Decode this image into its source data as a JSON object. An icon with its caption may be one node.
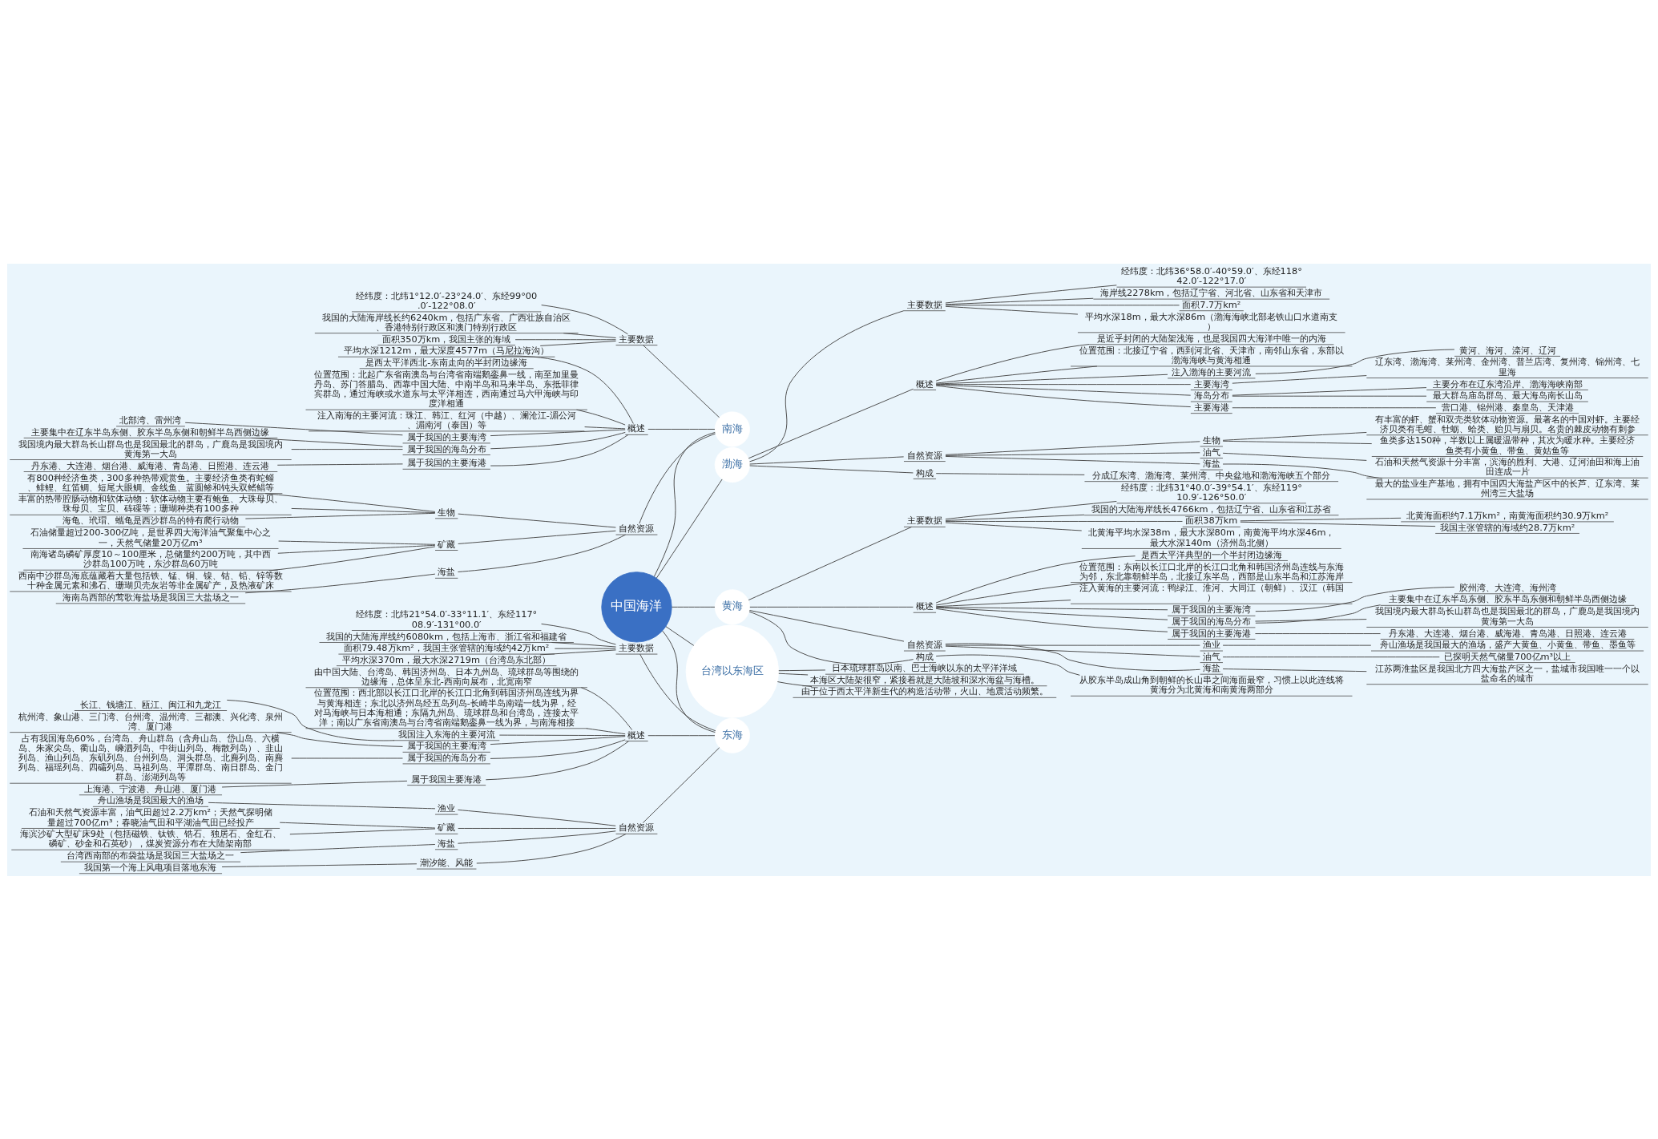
{
  "diagram": {
    "nodes": [
      {
        "text": [
          "中国海洋"
        ]
      },
      {
        "text": [
          "南海"
        ]
      },
      {
        "text": [
          "主要数据"
        ]
      },
      {
        "text": [
          "经纬度：北纬1°12.0′-23°24.0′、东经99°00.0′-122°08.0′"
        ]
      },
      {
        "text": [
          "我国的大陆海岸线长约6240km，包括广东省、广西壮族自治区、香港特别行政区和澳门特别行政区"
        ]
      },
      {
        "text": [
          "面积350万km，我国主张的海域"
        ]
      },
      {
        "text": [
          "平均水深1212m，最大深度4577m（马尼拉海沟）"
        ]
      },
      {
        "text": [
          "概述"
        ]
      },
      {
        "text": [
          "是西太平洋西北-东南走向的半封闭边缘海"
        ]
      },
      {
        "text": [
          "位置范围：北起广东省南澳岛与台湾省南端鹅銮鼻一线，南至加里曼丹岛、苏门答腊岛、西靠中国大陆、中南半岛和马来半岛、东抵菲律宾群岛，通过海峡或水道东与太平洋相连，西南通过马六甲海峡与印度洋相通"
        ]
      },
      {
        "text": [
          "注入南海的主要河流：珠江、韩江、红河（中越）、澜沧江-湄公河、湄南河（泰国）等"
        ]
      },
      {
        "text": [
          "属于我国的主要海湾"
        ]
      },
      {
        "text": [
          "北部湾、雷州湾"
        ]
      },
      {
        "text": [
          "属于我国的海岛分布"
        ]
      },
      {
        "text": [
          "主要集中在辽东半岛东侧、胶东半岛东侧和朝鲜半岛西侧边缘"
        ]
      },
      {
        "text": [
          "我国境内最大群岛长山群岛也是我国最北的群岛，广鹿岛是我国境内黄海第一大岛"
        ]
      },
      {
        "text": [
          "属于我国的主要海港"
        ]
      },
      {
        "text": [
          "丹东港、大连港、烟台港、威海港、青岛港、日照港、连云港"
        ]
      },
      {
        "text": [
          "自然资源"
        ]
      },
      {
        "text": [
          "生物"
        ]
      },
      {
        "text": [
          "有800种经济鱼类，300多种热带观赏鱼。主要经济鱼类有蛇鲻、鲱鲤、红笛鲷、短尾大眼鲷、金线鱼、蓝圆鲹和钝头双鳍鲳等"
        ]
      },
      {
        "text": [
          "丰富的热带腔肠动物和软体动物：软体动物主要有鲍鱼、大珠母贝、珠母贝、宝贝、砗磲等；珊瑚种类有100多种"
        ]
      },
      {
        "text": [
          "海龟、玳瑁、蠵龟是西沙群岛的特有爬行动物"
        ]
      },
      {
        "text": [
          "矿藏"
        ]
      },
      {
        "text": [
          "石油储量超过200-300亿吨，是世界四大海洋油气聚集中心之一，天然气储量20万亿m³"
        ]
      },
      {
        "text": [
          "南海诸岛磷矿厚度10～100厘米，总储量约200万吨，其中西沙群岛100万吨，东沙群岛60万吨"
        ]
      },
      {
        "text": [
          "西南中沙群岛海底蕴藏着大量包括铁、锰、铜、镍、钴、铅、锌等数十种金属元素和沸石、珊瑚贝壳灰岩等非金属矿产，及热液矿床"
        ]
      },
      {
        "text": [
          "海盐"
        ]
      },
      {
        "text": [
          "海南岛西部的莺歌海盐场是我国三大盐场之一"
        ]
      },
      {
        "text": [
          "东海"
        ]
      },
      {
        "text": [
          "主要数据"
        ]
      },
      {
        "text": [
          "经纬度：北纬21°54.0′-33°11.1′、东经117°08.9′-131°00.0′"
        ]
      },
      {
        "text": [
          "我国的大陆海岸线约6080km，包括上海市、浙江省和福建省"
        ]
      },
      {
        "text": [
          "面积79.48万km²，我国主张管辖的海域约42万km²"
        ]
      },
      {
        "text": [
          "平均水深370m，最大水深2719m（台湾岛东北部）"
        ]
      },
      {
        "text": [
          "概述"
        ]
      },
      {
        "text": [
          "由中国大陆、台湾岛、韩国济州岛、日本九州岛、琉球群岛等围绕的边缘海，总体呈东北-西南向展布，北宽南窄"
        ]
      },
      {
        "text": [
          "位置范围：西北部以长江口北岸的长江口北角到韩国济州岛连线为界与黄海相连；东北以济州岛经五岛列岛-长崎半岛南端一线为界，经对马海峡与日本海相通；东隔九州岛、琉球群岛和台湾岛，连接太平洋；南以广东省南澳岛与台湾省南端鹅銮鼻一线为界，与南海相接"
        ]
      },
      {
        "text": [
          "我国注入东海的主要河流"
        ]
      },
      {
        "text": [
          "长江、钱塘江、瓯江、闽江和九龙江"
        ]
      },
      {
        "text": [
          "属于我国的主要海湾"
        ]
      },
      {
        "text": [
          "杭州湾、象山港、三门湾、台州湾、温州湾、三都澳、兴化湾、泉州湾、厦门港"
        ]
      },
      {
        "text": [
          "属于我国的海岛分布"
        ]
      },
      {
        "text": [
          "占有我国海岛60%，台湾岛、舟山群岛（含舟山岛、岱山岛、六横岛、朱家尖岛、衢山岛、嵊泗列岛、中街山列岛、梅散列岛）、韭山列岛、渔山列岛、东矶列岛、台州列岛、洞头群岛、北麂列岛、南麂列岛、福瑶列岛、四礵列岛、马祖列岛、平潭群岛、南日群岛、金门群岛、澎湖列岛等"
        ]
      },
      {
        "text": [
          "属于我国主要海港"
        ]
      },
      {
        "text": [
          "上海港、宁波港、舟山港、厦门港"
        ]
      },
      {
        "text": [
          "自然资源"
        ]
      },
      {
        "text": [
          "渔业"
        ]
      },
      {
        "text": [
          "舟山渔场是我国最大的渔场"
        ]
      },
      {
        "text": [
          "矿藏"
        ]
      },
      {
        "text": [
          "石油和天然气资源丰富，油气田超过2.2万km²；天然气探明储量超过700亿m³；春晓油气田和平湖油气田已经投产"
        ]
      },
      {
        "text": [
          "海滨沙矿大型矿床9处（包括磁铁、钛铁、锆石、独居石、金红石、磷矿、砂金和石英砂），煤炭资源分布在大陆架南部"
        ]
      },
      {
        "text": [
          "海盐"
        ]
      },
      {
        "text": [
          "台湾西南部的布袋盐场是我国三大盐场之一"
        ]
      },
      {
        "text": [
          "潮汐能、风能"
        ]
      },
      {
        "text": [
          "我国第一个海上风电项目落地东海"
        ]
      },
      {
        "text": [
          "渤海"
        ]
      },
      {
        "text": [
          "主要数据"
        ]
      },
      {
        "text": [
          "经纬度：北纬36°58.0′-40°59.0′、东经118°42.0′-122°17.0′"
        ]
      },
      {
        "text": [
          "海岸线2278km，包括辽宁省、河北省、山东省和天津市"
        ]
      },
      {
        "text": [
          "面积7.7万km²"
        ]
      },
      {
        "text": [
          "平均水深18m，最大水深86m（渤海海峡北部老铁山口水道南支）"
        ]
      },
      {
        "text": [
          "概述"
        ]
      },
      {
        "text": [
          "是近乎封闭的大陆架浅海，也是我国四大海洋中唯一的内海"
        ]
      },
      {
        "text": [
          "位置范围：北接辽宁省，西到河北省、天津市，南邻山东省，东部以渤海海峡与黄海相通"
        ]
      },
      {
        "text": [
          "注入渤海的主要河流"
        ]
      },
      {
        "text": [
          "黄河、海河、滦河、辽河"
        ]
      },
      {
        "text": [
          "主要海湾"
        ]
      },
      {
        "text": [
          "辽东湾、渤海湾、莱州湾、金州湾、普兰店湾、复州湾、锦州湾、七里海"
        ]
      },
      {
        "text": [
          "海岛分布"
        ]
      },
      {
        "text": [
          "主要分布在辽东湾沿岸、渤海海峡南部"
        ]
      },
      {
        "text": [
          "最大群岛庙岛群岛、最大海岛南长山岛"
        ]
      },
      {
        "text": [
          "主要海港"
        ]
      },
      {
        "text": [
          "营口港、锦州港、秦皇岛、天津港"
        ]
      },
      {
        "text": [
          "自然资源"
        ]
      },
      {
        "text": [
          "生物"
        ]
      },
      {
        "text": [
          "有丰富的虾、蟹和双壳类软体动物资源。最著名的中国对虾。主要经济贝类有毛蚶、牡蛎、蛤类、贻贝与扇贝。名贵的棘皮动物有刺参"
        ]
      },
      {
        "text": [
          "鱼类多达150种，半数以上属暖温带种，其次为暖水种。主要经济鱼类有小黄鱼、带鱼、黄姑鱼等"
        ]
      },
      {
        "text": [
          "油气"
        ]
      },
      {
        "text": [
          "石油和天然气资源十分丰富，滨海的胜利、大港、辽河油田和海上油田连成一片"
        ]
      },
      {
        "text": [
          "海盐"
        ]
      },
      {
        "text": [
          "最大的盐业生产基地，拥有中国四大海盐产区中的长芦、辽东湾、莱州湾三大盐场"
        ]
      },
      {
        "text": [
          "构成"
        ]
      },
      {
        "text": [
          "分成辽东湾、渤海湾、莱州湾、中央盆地和渤海海峡五个部分"
        ]
      },
      {
        "text": [
          "黄海"
        ]
      },
      {
        "text": [
          "主要数据"
        ]
      },
      {
        "text": [
          "经纬度：北纬31°40.0′-39°54.1′、东经119°10.9′-126°50.0′"
        ]
      },
      {
        "text": [
          "我国的大陆海岸线长4766km，包括辽宁省、山东省和江苏省"
        ]
      },
      {
        "text": [
          "面积38万km"
        ]
      },
      {
        "text": [
          "北黄海面积约7.1万km²，南黄海面积约30.9万km²"
        ]
      },
      {
        "text": [
          "我国主张管辖的海域约28.7万km²"
        ]
      },
      {
        "text": [
          "北黄海平均水深38m，最大水深80m，南黄海平均水深46m，最大水深140m（济州岛北侧）"
        ]
      },
      {
        "text": [
          "概述"
        ]
      },
      {
        "text": [
          "是西太平洋典型的一个半封闭边缘海"
        ]
      },
      {
        "text": [
          "位置范围：东南以长江口北岸的长江口北角和韩国济州岛连线与东海为邻，东北靠朝鲜半岛，北接辽东半岛，西部是山东半岛和江苏海岸"
        ]
      },
      {
        "text": [
          "注入黄海的主要河流：鸭绿江、淮河、大同江（朝鲜）、汉江（韩国）"
        ]
      },
      {
        "text": [
          "属于我国的主要海湾"
        ]
      },
      {
        "text": [
          "胶州湾、大连湾、海州湾"
        ]
      },
      {
        "text": [
          "属于我国的海岛分布"
        ]
      },
      {
        "text": [
          "主要集中在辽东半岛东侧、胶东半岛东侧和朝鲜半岛西侧边缘"
        ]
      },
      {
        "text": [
          "我国境内最大群岛长山群岛也是我国最北的群岛，广鹿岛是我国境内黄海第一大岛"
        ]
      },
      {
        "text": [
          "属于我国的主要海港"
        ]
      },
      {
        "text": [
          "丹东港、大连港、烟台港、威海港、青岛港、日照港、连云港"
        ]
      },
      {
        "text": [
          "自然资源"
        ]
      },
      {
        "text": [
          "渔业"
        ]
      },
      {
        "text": [
          "舟山渔场是我国最大的渔场，盛产大黄鱼、小黄鱼、带鱼、墨鱼等"
        ]
      },
      {
        "text": [
          "油气"
        ]
      },
      {
        "text": [
          "已探明天然气储量700亿m³以上"
        ]
      },
      {
        "text": [
          "海盐"
        ]
      },
      {
        "text": [
          "江苏两淮盐区是我国北方四大海盐产区之一，盐城市我国唯一一个以盐命名的城市"
        ]
      },
      {
        "text": [
          "构成"
        ]
      },
      {
        "text": [
          "从胶东半岛成山角到朝鲜的长山串之间海面最窄，习惯上以此连线将黄海分为北黄海和南黄海两部分"
        ]
      },
      {
        "text": [
          "台湾以东海区"
        ]
      },
      {
        "text": [
          "日本琉球群岛以南、巴士海峡以东的太平洋洋域"
        ]
      },
      {
        "text": [
          "本海区大陆架很窄，紧接着就是大陆坡和深水海盆与海槽。"
        ]
      },
      {
        "text": [
          "由于位于西太平洋新生代的构造活动带，火山、地震活动频繁。"
        ]
      }
    ],
    "edges": [
      {
        "from": 0,
        "to": 1,
        "arrow": "none"
      },
      {
        "from": 0,
        "to": 29,
        "arrow": "none"
      },
      {
        "from": 0,
        "to": 56,
        "arrow": "none"
      },
      {
        "from": 0,
        "to": 84,
        "arrow": "none"
      },
      {
        "from": 0,
        "to": 112,
        "arrow": "none"
      },
      {
        "from": 1,
        "to": 2,
        "arrow": "none"
      },
      {
        "from": 2,
        "to": 3,
        "arrow": "none"
      },
      {
        "from": 2,
        "to": 4,
        "arrow": "none"
      },
      {
        "from": 2,
        "to": 5,
        "arrow": "none"
      },
      {
        "from": 2,
        "to": 6,
        "arrow": "none"
      },
      {
        "from": 1,
        "to": 7,
        "arrow": "none"
      },
      {
        "from": 7,
        "to": 8,
        "arrow": "none"
      },
      {
        "from": 7,
        "to": 9,
        "arrow": "none"
      },
      {
        "from": 7,
        "to": 10,
        "arrow": "none"
      },
      {
        "from": 7,
        "to": 11,
        "arrow": "none"
      },
      {
        "from": 11,
        "to": 12,
        "arrow": "none"
      },
      {
        "from": 7,
        "to": 13,
        "arrow": "none"
      },
      {
        "from": 13,
        "to": 14,
        "arrow": "none"
      },
      {
        "from": 13,
        "to": 15,
        "arrow": "none"
      },
      {
        "from": 7,
        "to": 16,
        "arrow": "none"
      },
      {
        "from": 16,
        "to": 17,
        "arrow": "none"
      },
      {
        "from": 1,
        "to": 18,
        "arrow": "none"
      },
      {
        "from": 18,
        "to": 19,
        "arrow": "none"
      },
      {
        "from": 19,
        "to": 20,
        "arrow": "none"
      },
      {
        "from": 19,
        "to": 21,
        "arrow": "none"
      },
      {
        "from": 19,
        "to": 22,
        "arrow": "none"
      },
      {
        "from": 18,
        "to": 23,
        "arrow": "none"
      },
      {
        "from": 23,
        "to": 24,
        "arrow": "none"
      },
      {
        "from": 23,
        "to": 25,
        "arrow": "none"
      },
      {
        "from": 23,
        "to": 26,
        "arrow": "none"
      },
      {
        "from": 18,
        "to": 27,
        "arrow": "none"
      },
      {
        "from": 27,
        "to": 28,
        "arrow": "none"
      },
      {
        "from": 29,
        "to": 30,
        "arrow": "none"
      },
      {
        "from": 30,
        "to": 31,
        "arrow": "none"
      },
      {
        "from": 30,
        "to": 32,
        "arrow": "none"
      },
      {
        "from": 30,
        "to": 33,
        "arrow": "none"
      },
      {
        "from": 30,
        "to": 34,
        "arrow": "none"
      },
      {
        "from": 29,
        "to": 35,
        "arrow": "none"
      },
      {
        "from": 35,
        "to": 36,
        "arrow": "none"
      },
      {
        "from": 35,
        "to": 37,
        "arrow": "none"
      },
      {
        "from": 35,
        "to": 38,
        "arrow": "none"
      },
      {
        "from": 38,
        "to": 39,
        "arrow": "none"
      },
      {
        "from": 35,
        "to": 40,
        "arrow": "none"
      },
      {
        "from": 40,
        "to": 41,
        "arrow": "none"
      },
      {
        "from": 35,
        "to": 42,
        "arrow": "none"
      },
      {
        "from": 42,
        "to": 43,
        "arrow": "none"
      },
      {
        "from": 35,
        "to": 44,
        "arrow": "none"
      },
      {
        "from": 44,
        "to": 45,
        "arrow": "none"
      },
      {
        "from": 29,
        "to": 46,
        "arrow": "none"
      },
      {
        "from": 46,
        "to": 47,
        "arrow": "none"
      },
      {
        "from": 47,
        "to": 48,
        "arrow": "none"
      },
      {
        "from": 46,
        "to": 49,
        "arrow": "none"
      },
      {
        "from": 49,
        "to": 50,
        "arrow": "none"
      },
      {
        "from": 49,
        "to": 51,
        "arrow": "none"
      },
      {
        "from": 46,
        "to": 52,
        "arrow": "none"
      },
      {
        "from": 52,
        "to": 53,
        "arrow": "none"
      },
      {
        "from": 46,
        "to": 54,
        "arrow": "none"
      },
      {
        "from": 54,
        "to": 55,
        "arrow": "none"
      },
      {
        "from": 56,
        "to": 57,
        "arrow": "none"
      },
      {
        "from": 57,
        "to": 58,
        "arrow": "none"
      },
      {
        "from": 57,
        "to": 59,
        "arrow": "none"
      },
      {
        "from": 57,
        "to": 60,
        "arrow": "none"
      },
      {
        "from": 57,
        "to": 61,
        "arrow": "none"
      },
      {
        "from": 56,
        "to": 62,
        "arrow": "none"
      },
      {
        "from": 62,
        "to": 63,
        "arrow": "none"
      },
      {
        "from": 62,
        "to": 64,
        "arrow": "none"
      },
      {
        "from": 62,
        "to": 65,
        "arrow": "none"
      },
      {
        "from": 65,
        "to": 66,
        "arrow": "none"
      },
      {
        "from": 62,
        "to": 67,
        "arrow": "none"
      },
      {
        "from": 67,
        "to": 68,
        "arrow": "none"
      },
      {
        "from": 62,
        "to": 69,
        "arrow": "none"
      },
      {
        "from": 69,
        "to": 70,
        "arrow": "none"
      },
      {
        "from": 69,
        "to": 71,
        "arrow": "none"
      },
      {
        "from": 62,
        "to": 72,
        "arrow": "none"
      },
      {
        "from": 72,
        "to": 73,
        "arrow": "none"
      },
      {
        "from": 56,
        "to": 74,
        "arrow": "none"
      },
      {
        "from": 74,
        "to": 75,
        "arrow": "none"
      },
      {
        "from": 75,
        "to": 76,
        "arrow": "none"
      },
      {
        "from": 75,
        "to": 77,
        "arrow": "none"
      },
      {
        "from": 74,
        "to": 78,
        "arrow": "none"
      },
      {
        "from": 78,
        "to": 79,
        "arrow": "none"
      },
      {
        "from": 74,
        "to": 80,
        "arrow": "none"
      },
      {
        "from": 80,
        "to": 81,
        "arrow": "none"
      },
      {
        "from": 56,
        "to": 82,
        "arrow": "none"
      },
      {
        "from": 82,
        "to": 83,
        "arrow": "none"
      },
      {
        "from": 84,
        "to": 85,
        "arrow": "none"
      },
      {
        "from": 85,
        "to": 86,
        "arrow": "none"
      },
      {
        "from": 85,
        "to": 87,
        "arrow": "none"
      },
      {
        "from": 85,
        "to": 88,
        "arrow": "none"
      },
      {
        "from": 88,
        "to": 89,
        "arrow": "none"
      },
      {
        "from": 88,
        "to": 90,
        "arrow": "none"
      },
      {
        "from": 85,
        "to": 91,
        "arrow": "none"
      },
      {
        "from": 84,
        "to": 92,
        "arrow": "none"
      },
      {
        "from": 92,
        "to": 93,
        "arrow": "none"
      },
      {
        "from": 92,
        "to": 94,
        "arrow": "none"
      },
      {
        "from": 92,
        "to": 95,
        "arrow": "none"
      },
      {
        "from": 92,
        "to": 96,
        "arrow": "none"
      },
      {
        "from": 96,
        "to": 97,
        "arrow": "none"
      },
      {
        "from": 92,
        "to": 98,
        "arrow": "none"
      },
      {
        "from": 98,
        "to": 99,
        "arrow": "none"
      },
      {
        "from": 98,
        "to": 100,
        "arrow": "none"
      },
      {
        "from": 92,
        "to": 101,
        "arrow": "none"
      },
      {
        "from": 101,
        "to": 102,
        "arrow": "none"
      },
      {
        "from": 84,
        "to": 103,
        "arrow": "none"
      },
      {
        "from": 103,
        "to": 104,
        "arrow": "none"
      },
      {
        "from": 104,
        "to": 105,
        "arrow": "none"
      },
      {
        "from": 103,
        "to": 106,
        "arrow": "none"
      },
      {
        "from": 106,
        "to": 107,
        "arrow": "none"
      },
      {
        "from": 103,
        "to": 108,
        "arrow": "none"
      },
      {
        "from": 108,
        "to": 109,
        "arrow": "none"
      },
      {
        "from": 84,
        "to": 110,
        "arrow": "none"
      },
      {
        "from": 110,
        "to": 111,
        "arrow": "none"
      },
      {
        "from": 112,
        "to": 113,
        "arrow": "none"
      },
      {
        "from": 112,
        "to": 114,
        "arrow": "none"
      },
      {
        "from": 112,
        "to": 115,
        "arrow": "none"
      }
    ]
  }
}
